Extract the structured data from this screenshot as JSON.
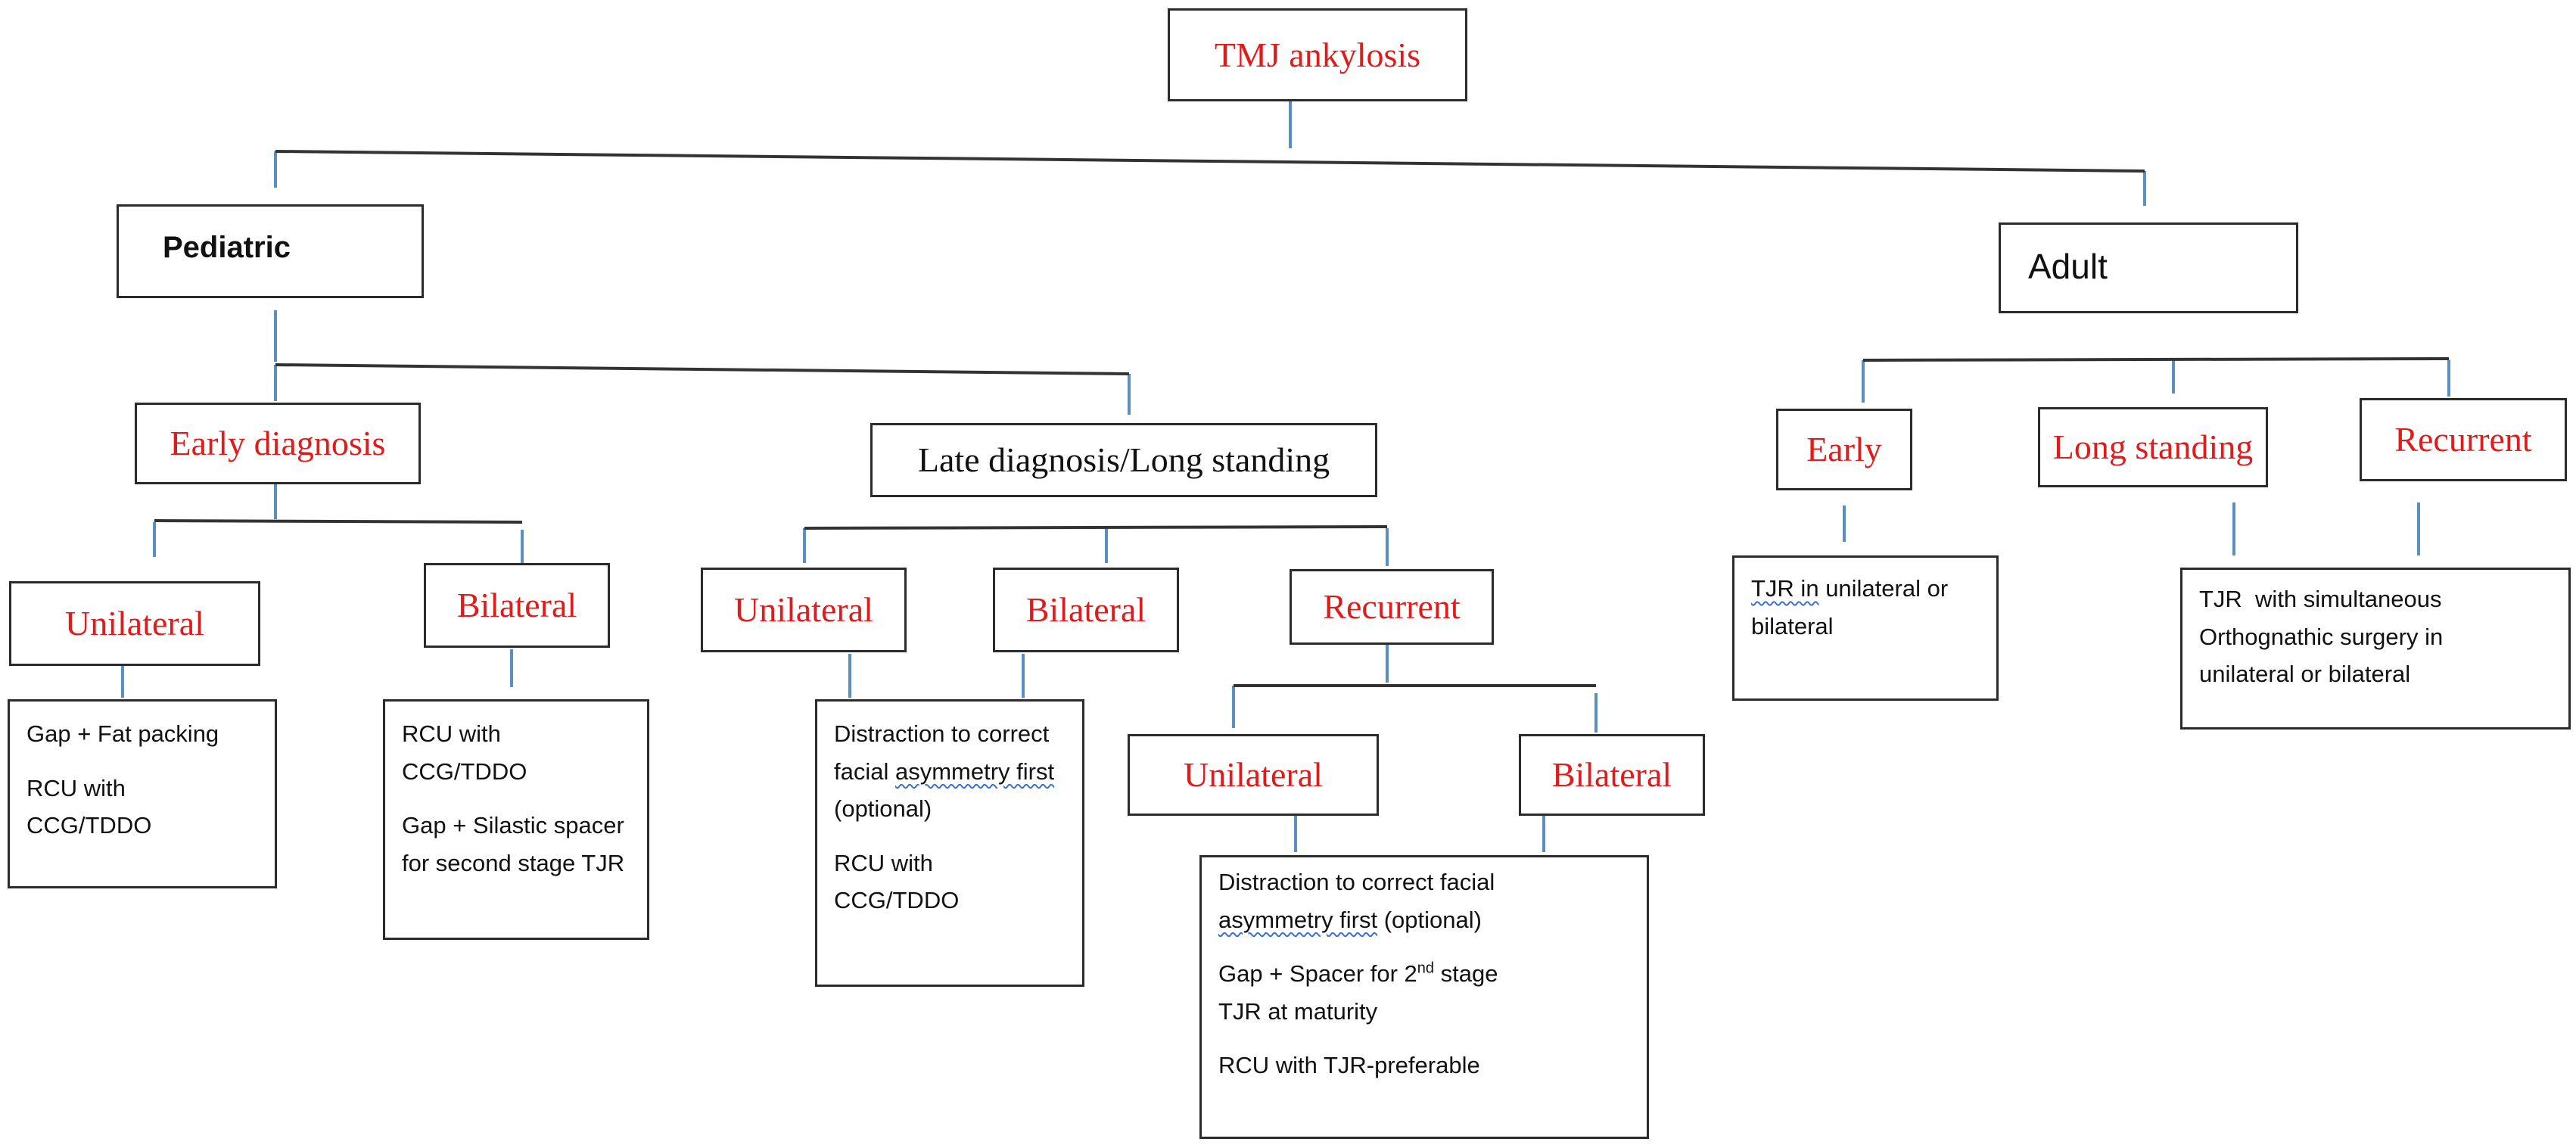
{
  "root": {
    "label": "TMJ ankylosis"
  },
  "pediatric": {
    "label": "Pediatric",
    "early": {
      "label": "Early diagnosis",
      "unilateral": {
        "label": "Unilateral",
        "treatments": [
          "Gap + Fat packing",
          "RCU with CCG/TDDO"
        ]
      },
      "bilateral": {
        "label": "Bilateral",
        "treatments": [
          "RCU with CCG/TDDO",
          "Gap + Silastic spacer for second stage TJR"
        ]
      }
    },
    "late": {
      "label": "Late diagnosis/Long standing",
      "unilateral": {
        "label": "Unilateral"
      },
      "bilateral": {
        "label": "Bilateral"
      },
      "uni_bi_treatment": {
        "t1_main": "Distraction to correct facial ",
        "t1_underlined": "asymmetry first",
        "t1_suffix": " (optional)",
        "t2": "RCU with CCG/TDDO"
      },
      "recurrent": {
        "label": "Recurrent",
        "unilateral": {
          "label": "Unilateral"
        },
        "bilateral": {
          "label": "Bilateral"
        },
        "treatment": {
          "t1_main": "Distraction to correct facial ",
          "t1_underlined": "asymmetry first",
          "t1_suffix": " (optional)",
          "t2_pre": "Gap + Spacer for 2",
          "t2_sup": "nd",
          "t2_post": " stage TJR at maturity",
          "t3": "RCU with TJR-preferable"
        }
      }
    }
  },
  "adult": {
    "label": "Adult",
    "early": {
      "label": "Early",
      "treatment_underlined": "TJR in",
      "treatment_rest": " unilateral or bilateral"
    },
    "long_standing": {
      "label": "Long standing"
    },
    "recurrent": {
      "label": "Recurrent"
    },
    "long_recurrent_treatment": "TJR  with simultaneous Orthognathic surgery in unilateral or bilateral"
  },
  "colors": {
    "heading_text": "#e01b1b",
    "connector_vertical": "#5b8fbf",
    "connector_horizontal": "#333333",
    "box_border": "#2b2b2b"
  }
}
